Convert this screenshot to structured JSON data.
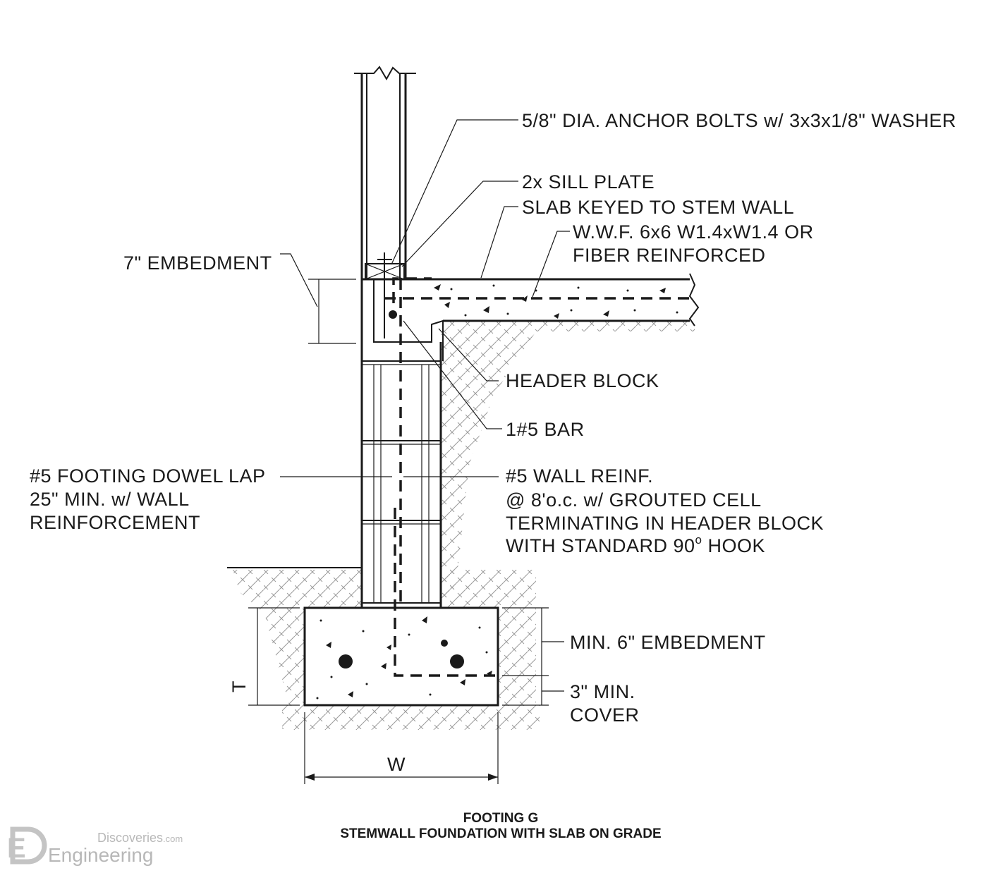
{
  "labels": {
    "anchor_bolts": "5/8\" DIA. ANCHOR BOLTS w/ 3x3x1/8\" WASHER",
    "sill_plate": "2x SILL PLATE",
    "slab_keyed": "SLAB KEYED TO STEM WALL",
    "wwf_line1": "W.W.F. 6x6 W1.4xW1.4 OR",
    "wwf_line2": "FIBER REINFORCED",
    "embedment_7": "7\" EMBEDMENT",
    "header_block": "HEADER BLOCK",
    "bar_1_5": "1#5 BAR",
    "dowel_line1": "#5 FOOTING DOWEL LAP",
    "dowel_line2": "25\" MIN. w/ WALL",
    "dowel_line3": "REINFORCEMENT",
    "wall_reinf_line1": "#5 WALL REINF.",
    "wall_reinf_line2": "@ 8'o.c. w/ GROUTED CELL",
    "wall_reinf_line3": "TERMINATING  IN HEADER BLOCK",
    "wall_reinf_line4": "WITH STANDARD 90",
    "wall_reinf_deg": "o",
    "wall_reinf_line4b": " HOOK",
    "min_6_embed": "MIN. 6\" EMBEDMENT",
    "cover_line1": "3\" MIN.",
    "cover_line2": "COVER",
    "dim_t": "T",
    "dim_w": "W"
  },
  "title": {
    "line1": "FOOTING G",
    "line2": "STEMWALL FOUNDATION WITH SLAB ON GRADE"
  },
  "logo": {
    "letter": "E",
    "sub": "Discoveries",
    "sub_suffix": ".com",
    "main": "Engineering"
  },
  "colors": {
    "ink": "#1a1a1a",
    "hatch": "#9a9a9a",
    "logo": "#b8b8b8"
  }
}
